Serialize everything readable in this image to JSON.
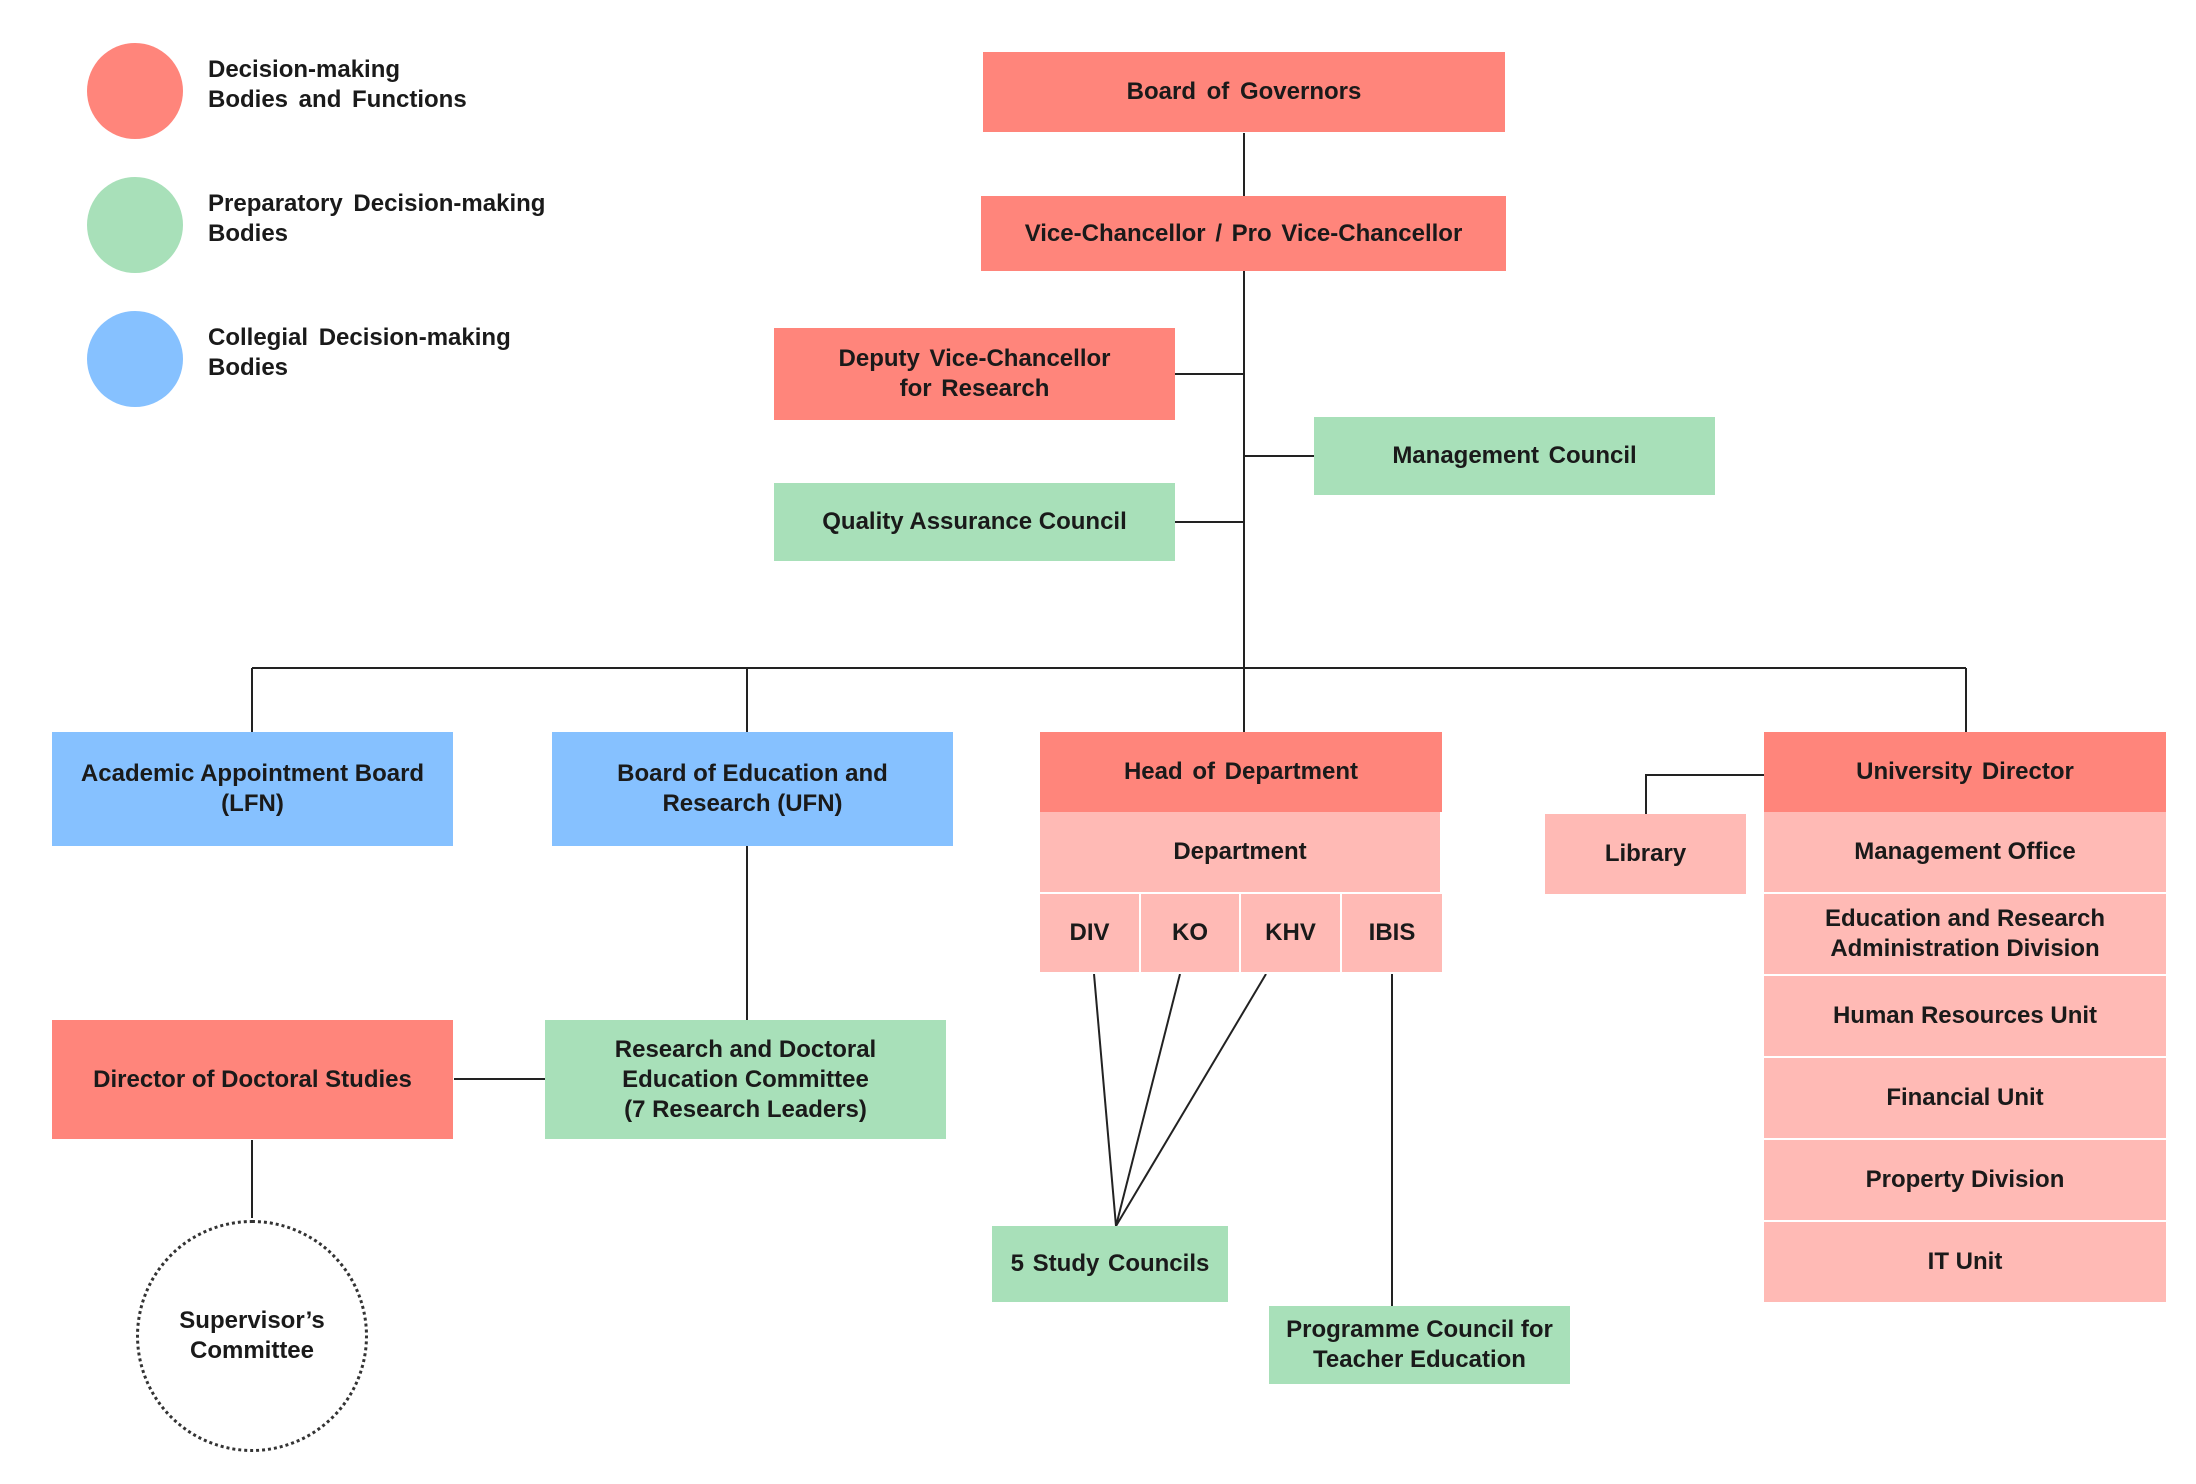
{
  "colors": {
    "decision": "#ff857b",
    "unit": "#ffbab5",
    "preparatory": "#a8e0b9",
    "collegial": "#86c1ff",
    "connector": "#222222"
  },
  "legend": [
    {
      "label": "Decision-making\nBodies and Functions",
      "color": "#ff857b"
    },
    {
      "label": "Preparatory  Decision-making\nBodies",
      "color": "#a8e0b9"
    },
    {
      "label": "Collegial  Decision-making\nBodies",
      "color": "#86c1ff"
    }
  ],
  "nodes": {
    "board_of_governors": "Board  of  Governors",
    "vice_chancellor": "Vice-Chancellor  /  Pro  Vice-Chancellor",
    "deputy_vc_research": "Deputy  Vice-Chancellor\nfor Research",
    "management_council": "Management  Council",
    "quality_assurance_council": "Quality Assurance Council",
    "academic_appointment_board": "Academic Appointment Board\n(LFN)",
    "board_education_research": "Board of Education and\nResearch (UFN)",
    "head_of_department": "Head  of  Department",
    "department": "Department",
    "dept_units": [
      "DIV",
      "KO",
      "KHV",
      "IBIS"
    ],
    "library": "Library",
    "university_director": "University  Director",
    "director_units": [
      "Management  Office",
      "Education  and  Research\nAdministration Division",
      "Human Resources Unit",
      "Financial  Unit",
      "Property  Division",
      "IT Unit"
    ],
    "director_doctoral_studies": "Director of Doctoral Studies",
    "research_doctoral_committee": "Research and Doctoral\nEducation Committee\n(7 Research Leaders)",
    "supervisors_committee": "Supervisor’s\nCommittee",
    "study_councils": "5  Study  Councils",
    "programme_council": "Programme Council for\nTeacher Education"
  }
}
